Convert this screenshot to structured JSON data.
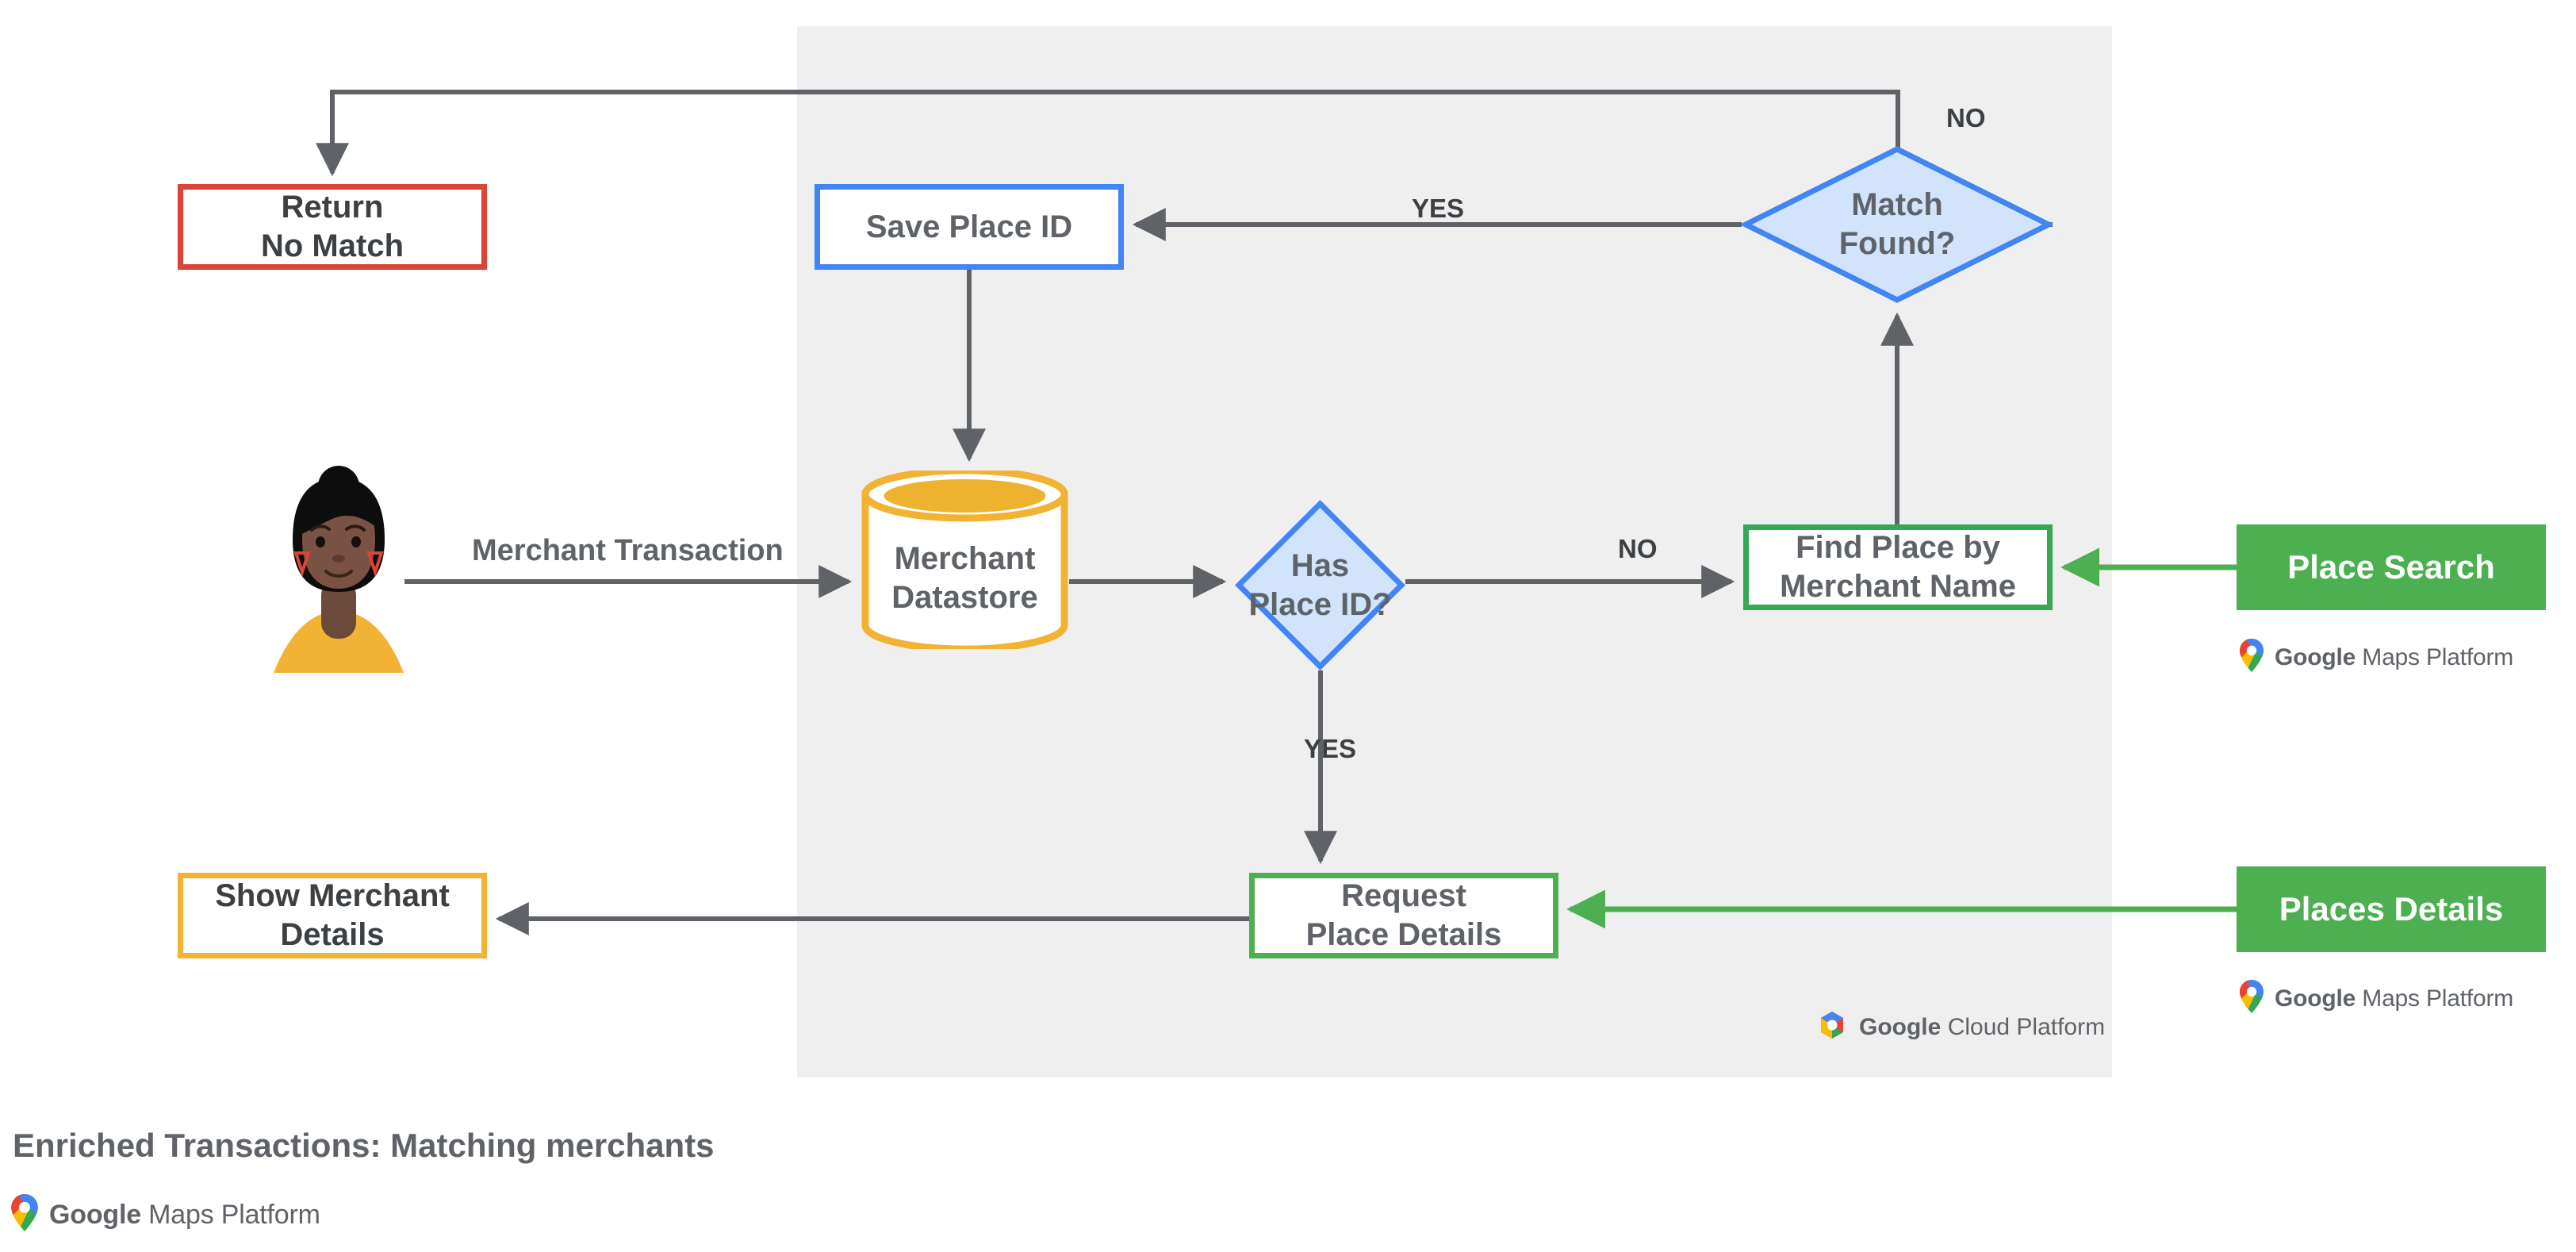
{
  "diagram": {
    "title": "Enriched Transactions: Matching merchants",
    "region_label": "Google Cloud Platform",
    "colors": {
      "panel_background": "#efefef",
      "blue": "#4285F4",
      "blue_fill": "#D2E3FC",
      "red": "#DB4437",
      "green": "#34A853",
      "green_filled": "#4CAF50",
      "yellow": "#F2B233",
      "connector_gray": "#5f6368",
      "text_gray": "#5f6368"
    },
    "nodes": {
      "return_no_match": {
        "line1": "Return",
        "line2": "No Match"
      },
      "save_place_id": {
        "line1": "Save Place ID"
      },
      "match_found": {
        "line1": "Match",
        "line2": "Found?"
      },
      "merchant_datastore": {
        "line1": "Merchant",
        "line2": "Datastore"
      },
      "has_place_id": {
        "line1": "Has",
        "line2": "Place ID?"
      },
      "find_place_by_merchant_name": {
        "line1": "Find Place by",
        "line2": "Merchant Name"
      },
      "request_place_details": {
        "line1": "Request",
        "line2": "Place Details"
      },
      "show_merchant_details": {
        "line1": "Show Merchant",
        "line2": "Details"
      },
      "place_search": {
        "line1": "Place Search"
      },
      "places_details": {
        "line1": "Places Details"
      }
    },
    "edge_labels": {
      "merchant_transaction": "Merchant Transaction",
      "match_found_yes": "YES",
      "match_found_no": "NO",
      "has_place_id_no": "NO",
      "has_place_id_yes": "YES"
    },
    "logos": {
      "maps_platform": {
        "brand": "Google",
        "product": "Maps Platform"
      },
      "cloud_platform": {
        "brand": "Google",
        "product": "Cloud Platform"
      }
    }
  }
}
